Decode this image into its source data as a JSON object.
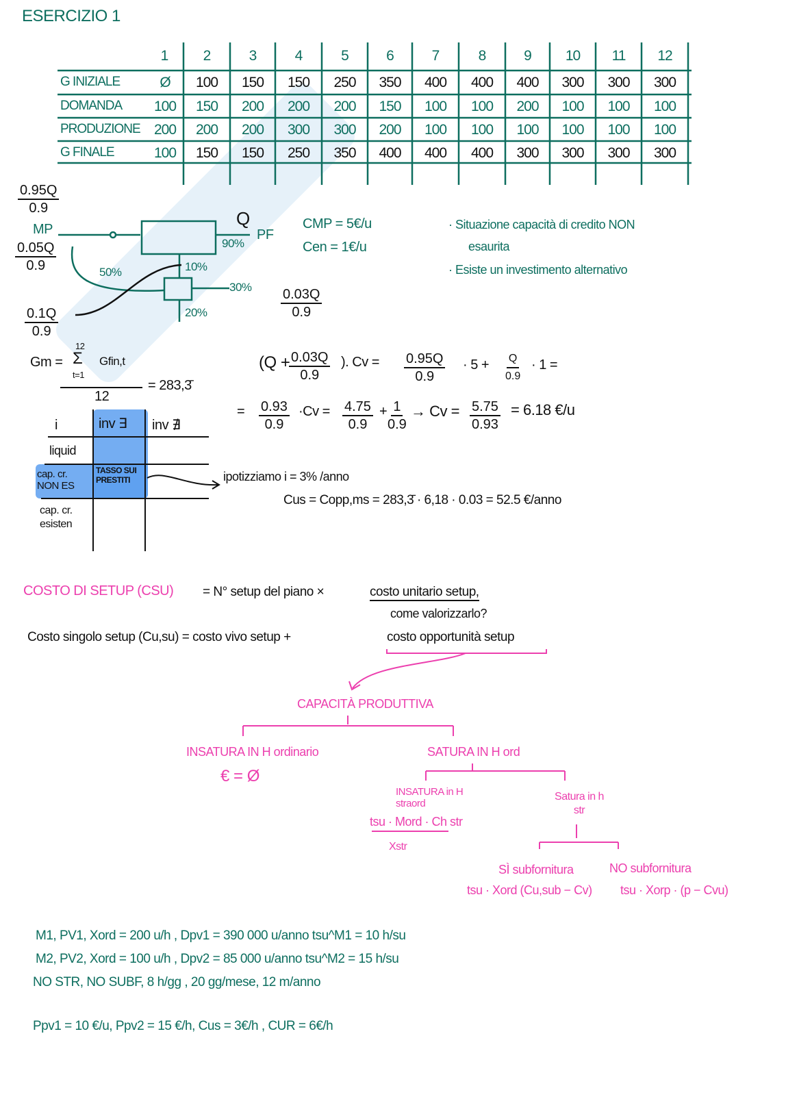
{
  "title": "ESERCIZIO 1",
  "table": {
    "periods": [
      "1",
      "2",
      "3",
      "4",
      "5",
      "6",
      "7",
      "8",
      "9",
      "10",
      "11",
      "12"
    ],
    "rows": [
      {
        "label": "G INIZIALE",
        "values": [
          "Ø",
          "100",
          "150",
          "150",
          "250",
          "350",
          "400",
          "400",
          "400",
          "300",
          "300",
          "300"
        ]
      },
      {
        "label": "DOMANDA",
        "values": [
          "100",
          "150",
          "200",
          "200",
          "200",
          "150",
          "100",
          "100",
          "200",
          "100",
          "100",
          "100"
        ]
      },
      {
        "label": "PRODUZIONE",
        "values": [
          "200",
          "200",
          "200",
          "300",
          "300",
          "200",
          "100",
          "100",
          "100",
          "100",
          "100",
          "100"
        ]
      },
      {
        "label": "G FINALE",
        "values": [
          "100",
          "150",
          "150",
          "250",
          "350",
          "400",
          "400",
          "400",
          "300",
          "300",
          "300",
          "300"
        ]
      }
    ]
  },
  "diagram": {
    "f1_num": "0.95Q",
    "f1_den": "0.9",
    "mp": "MP",
    "f2_num": "0.05Q",
    "f2_den": "0.9",
    "f3_num": "0.1Q",
    "f3_den": "0.9",
    "q": "Q",
    "pf": "PF",
    "p90": "90%",
    "p10": "10%",
    "p50": "50%",
    "p30": "30%",
    "p20": "20%",
    "f4_num": "0.03Q",
    "f4_den": "0.9"
  },
  "costs": {
    "cmp": "CMP = 5€/u",
    "cen": "Cen = 1€/u"
  },
  "notes": [
    "· Situazione capacità di credito NON",
    "esaurita",
    "· Esiste un investimento alternativo"
  ],
  "gm": {
    "lhs": "Gm =",
    "sum_top": "12",
    "sum": "Σ",
    "term": "Gfin,t",
    "sum_bot": "t=1",
    "den": "12",
    "result": "= 283,3̄"
  },
  "eq1": {
    "paren": "(Q + ",
    "pn": "0.03Q",
    "pd": "0.9",
    "cv": "). Cv =",
    "an": "0.95Q",
    "ad": "0.9",
    "mid": "· 5 +",
    "bn": "Q",
    "bd": "0.9",
    "end": "· 1 ="
  },
  "eq2": {
    "eq": "=",
    "an": "0.93",
    "ad": "0.9",
    "cv": "·Cv =",
    "bn": "4.75",
    "bd": "0.9",
    "plus": "+",
    "cn": "1",
    "cd": "0.9",
    "arrow": "→ Cv =",
    "dn": "5.75",
    "dd": "0.93",
    "res": "= 6.18 €/u"
  },
  "matrix": {
    "headers": [
      "i",
      "inv ∃",
      "inv ∄"
    ],
    "rows": [
      "liquid",
      "cap. cr. NON ES",
      "cap. cr. esisten"
    ],
    "cell": "TASSO SUI PRESTITI"
  },
  "hyp": "ipotizziamo i = 3% /anno",
  "cus": "Cus = Copp,ms = 283,3̄ · 6,18 · 0.03 = 52.5 €/anno",
  "setup": {
    "title": "COSTO DI SETUP (CSU)",
    "eq": "= N° setup del piano ×",
    "unit": "costo unitario setup,",
    "question": "come valorizzarlo?",
    "single": "Costo singolo setup (Cu,su)  =  costo vivo setup  +",
    "opp": "costo opportunità setup"
  },
  "tree": {
    "root": "CAPACITÀ PRODUTTIVA",
    "left": "INSATURA IN H ordinario",
    "left_val": "€ = Ø",
    "right": "SATURA IN H ord",
    "rl": "INSATURA in H straord",
    "rl_num": "tsu · Mord · Ch str",
    "rl_den": "Xstr",
    "rr": "Satura in h str",
    "rrl": "SÌ subfornitura",
    "rrl_f": "tsu · Xord (Cu,sub − Cv)",
    "rrr": "NO subfornitura",
    "rrr_f": "tsu · Xorp · (p − Cvu)"
  },
  "data": [
    "M1, PV1, Xord = 200 u/h , Dpv1 = 390 000 u/anno    tsu^M1 = 10 h/su",
    "M2, PV2, Xord = 100 u/h , Dpv2 = 85 000 u/anno      tsu^M2 = 15 h/su",
    "NO STR, NO SUBF, 8 h/gg , 20 gg/mese, 12 m/anno",
    "Ppv1 = 10 €/u, Ppv2 = 15 €/h, Cus = 3€/h , CUR = 6€/h"
  ],
  "colors": {
    "green": "#0d6e5f",
    "pink": "#ec3fae",
    "blue": "#5c9ff0"
  }
}
